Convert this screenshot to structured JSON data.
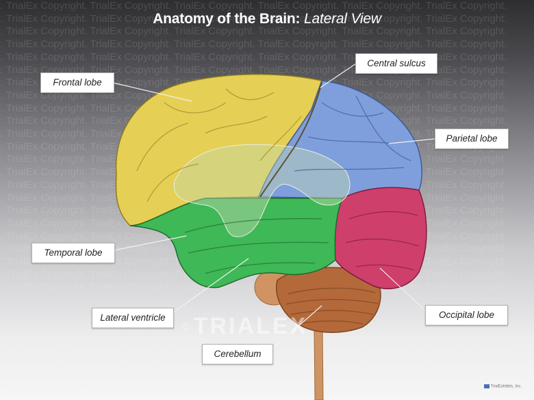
{
  "title": {
    "main": "Anatomy of the Brain:",
    "sub": "Lateral View"
  },
  "watermark": {
    "line": "ght. TrialEx Copyright. TrialEx Copyright. TrialEx Copyright. TrialEx Copyright. TrialEx Copyright. TrialEx Copyright."
  },
  "labels": {
    "frontal": "Frontal lobe",
    "central": "Central sulcus",
    "parietal": "Parietal lobe",
    "temporal": "Temporal lobe",
    "lateral_ventricle": "Lateral ventricle",
    "occipital": "Occipital lobe",
    "cerebellum": "Cerebellum"
  },
  "logo": {
    "symbol": "©",
    "text": "TRIALEX"
  },
  "trademark": "TrialExhibits, Inc.",
  "colors": {
    "frontal": "#e6cf55",
    "parietal": "#7f9fdc",
    "temporal": "#3fb857",
    "occipital": "#cf3f6c",
    "cerebellum": "#b4693a",
    "brainstem": "#cf9462",
    "ventricle": "#c4d8b0"
  }
}
